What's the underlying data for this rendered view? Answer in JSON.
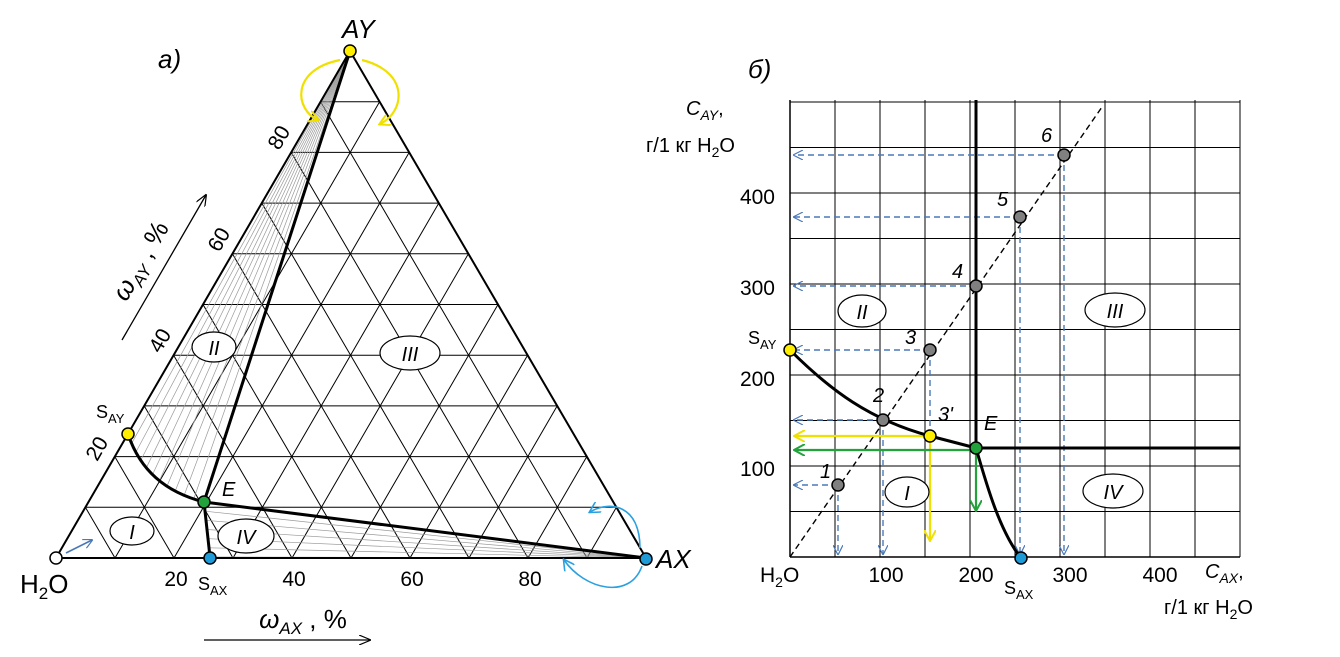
{
  "left_panel": {
    "panel_label": "а)",
    "vertex_top": "AY",
    "vertex_right": "AX",
    "vertex_left": "H",
    "vertex_left_sub": "2",
    "vertex_left_tail": "O",
    "axis_ay_ticks": [
      "20",
      "40",
      "60",
      "80"
    ],
    "axis_ax_ticks": [
      "20",
      "40",
      "60",
      "80"
    ],
    "axis_ay_title_main": "ω",
    "axis_ay_title_sub": "AY",
    "axis_ay_title_tail": " , %",
    "axis_ax_title_main": "ω",
    "axis_ax_title_sub": "AX",
    "axis_ax_title_tail": " , %",
    "point_s_ay_main": "S",
    "point_s_ay_sub": "AY",
    "point_s_ax_main": "S",
    "point_s_ax_sub": "AX",
    "point_e": "E",
    "regions": [
      "I",
      "II",
      "III",
      "IV"
    ]
  },
  "right_panel": {
    "panel_label": "б)",
    "y_title_line1_main": "C",
    "y_title_line1_sub": "AY",
    "y_title_line1_tail": ",",
    "y_title_line2": "г/1 кг H",
    "y_title_line2_sub": "2",
    "y_title_line2_tail": "O",
    "x_title_line1_main": "C",
    "x_title_line1_sub": "AX",
    "x_title_line1_tail": ",",
    "x_title_line2": "г/1 кг H",
    "x_title_line2_sub": "2",
    "x_title_line2_tail": "O",
    "origin_main": "H",
    "origin_sub": "2",
    "origin_tail": "O",
    "x_ticks": [
      "100",
      "200",
      "300",
      "400"
    ],
    "y_ticks": [
      "100",
      "200",
      "300",
      "400"
    ],
    "point_s_ay_main": "S",
    "point_s_ay_sub": "AY",
    "point_s_ax_main": "S",
    "point_s_ax_sub": "AX",
    "point_e": "E",
    "point_labels": [
      "1",
      "2",
      "3",
      "3'",
      "4",
      "5",
      "6"
    ],
    "regions": [
      "I",
      "II",
      "III",
      "IV"
    ]
  },
  "colors": {
    "yellow_point": "#ffee00",
    "blue_point": "#1e9bd7",
    "green_point": "#22a23a",
    "gray_point": "#808080",
    "dashed_arrow": "#4a78b8",
    "yellow_arrow": "#f0e000",
    "green_arrow": "#22a23a",
    "cyan_arrow": "#2aa0e0"
  }
}
